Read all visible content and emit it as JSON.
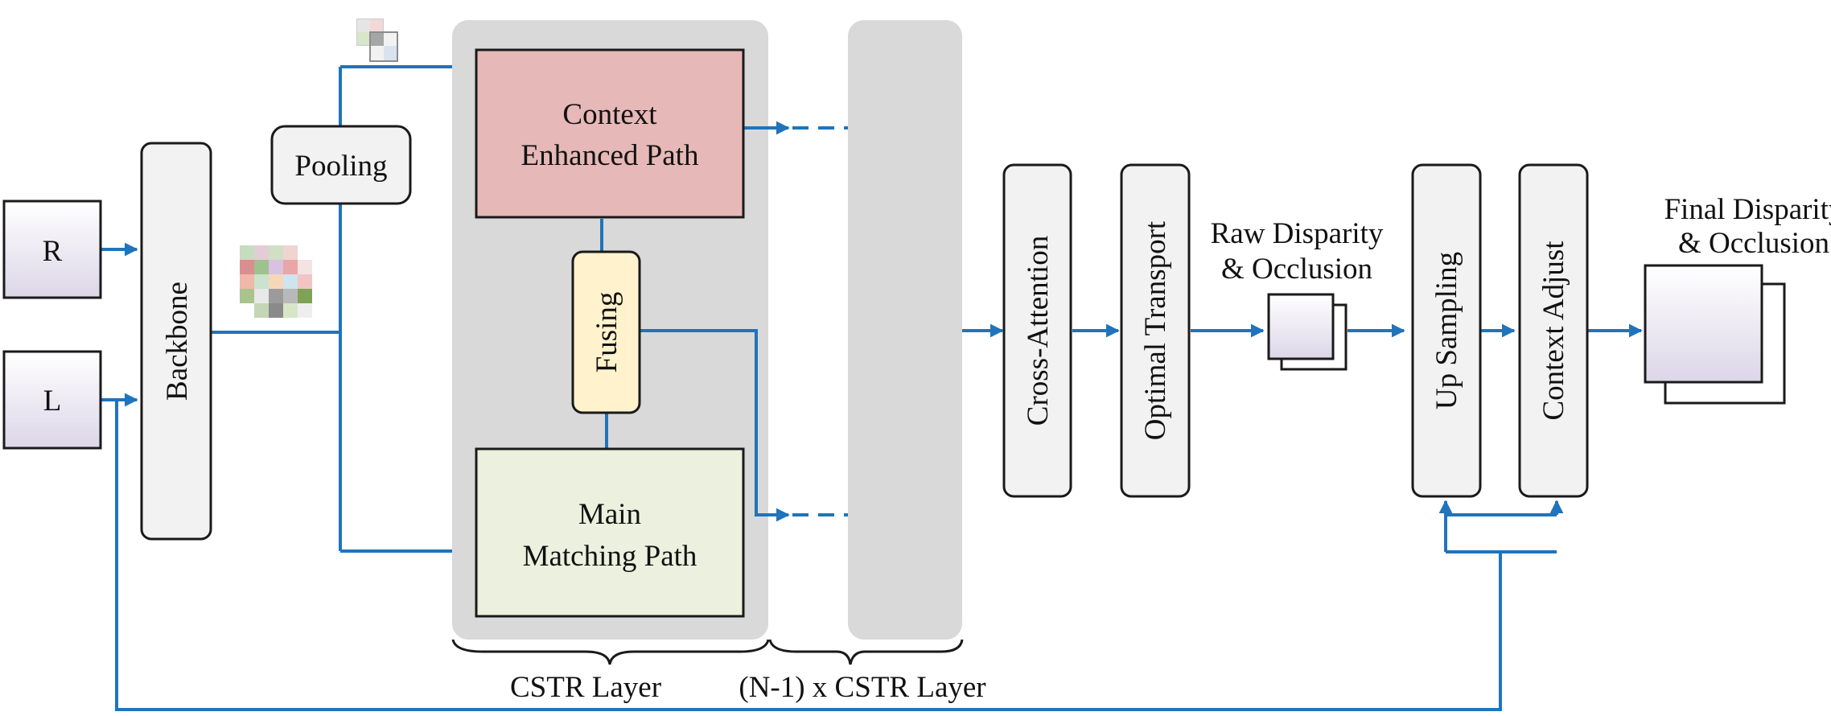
{
  "nodes": {
    "input_r": "R",
    "input_l": "L",
    "backbone": "Backbone",
    "pooling": "Pooling",
    "context_path": [
      "Context",
      "Enhanced Path"
    ],
    "fusing": "Fusing",
    "main_path": [
      "Main",
      "Matching Path"
    ],
    "cross_attention": "Cross-Attention",
    "optimal_transport": "Optimal Transport",
    "up_sampling": "Up Sampling",
    "context_adjust": "Context Adjust"
  },
  "labels": {
    "raw_output": [
      "Raw Disparity",
      "& Occlusion"
    ],
    "final_output": [
      "Final Disparity",
      "& Occlusion"
    ],
    "cstr_layer": "CSTR Layer",
    "n1_cstr_layer": "(N-1) x CSTR Layer"
  },
  "colors": {
    "arrow": "#1f74bc",
    "context_path_fill": "#e6b8b7",
    "main_path_fill": "#ebf1de",
    "fusing_fill": "#fff2cc",
    "layer_panel": "#d9d9d9",
    "module_fill": "#f2f2f2"
  }
}
